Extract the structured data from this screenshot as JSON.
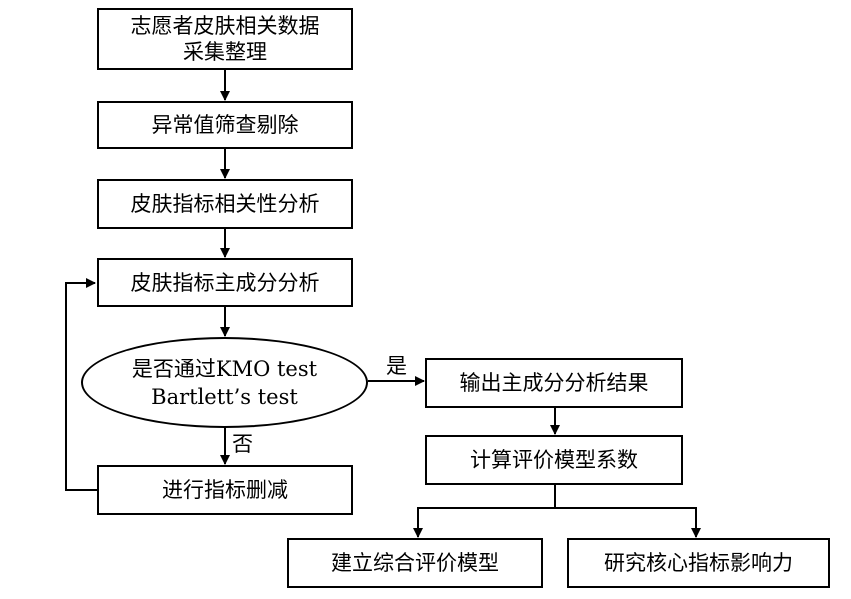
{
  "flow": {
    "step1_line1": "志愿者皮肤相关数据",
    "step1_line2": "采集整理",
    "step2": "异常值筛查剔除",
    "step3": "皮肤指标相关性分析",
    "step4": "皮肤指标主成分分析",
    "decision_line1": "是否通过KMO test",
    "decision_line2": "Bartlett’s test",
    "yes_label": "是",
    "no_label": "否",
    "reduce": "进行指标删减",
    "output": "输出主成分分析结果",
    "coef": "计算评价模型系数",
    "model": "建立综合评价模型",
    "core": "研究核心指标影响力"
  }
}
